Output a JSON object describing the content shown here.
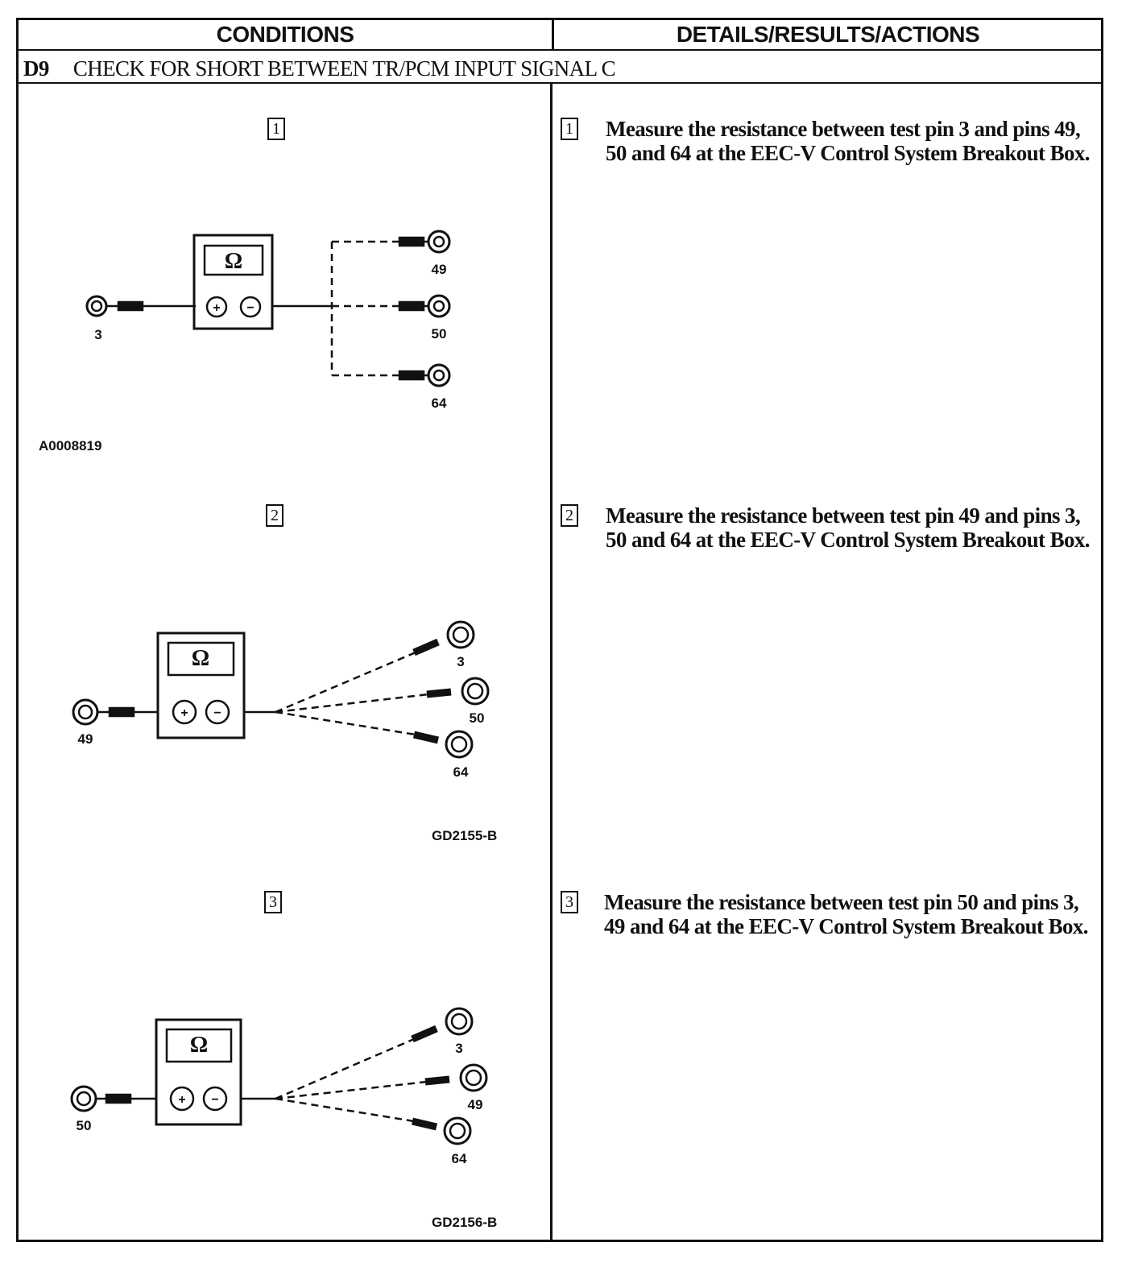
{
  "header": {
    "conditions": "CONDITIONS",
    "details": "DETAILS/RESULTS/ACTIONS"
  },
  "section": {
    "code": "D9",
    "title": "CHECK FOR SHORT BETWEEN TR/PCM INPUT SIGNAL C"
  },
  "steps": [
    {
      "number": "1",
      "text": "Measure the resistance between test pin 3 and pins 49, 50 and 64 at the EEC-V Control System Breakout Box.",
      "figure": {
        "id": "A0008819",
        "meter_symbol": "Ω",
        "plus": "+",
        "minus": "−",
        "source_pin": "3",
        "target_pins": [
          "49",
          "50",
          "64"
        ]
      }
    },
    {
      "number": "2",
      "text": "Measure the resistance between test pin 49 and pins 3, 50 and 64 at the EEC-V Control System Breakout Box.",
      "figure": {
        "id": "GD2155-B",
        "meter_symbol": "Ω",
        "plus": "+",
        "minus": "−",
        "source_pin": "49",
        "target_pins": [
          "3",
          "50",
          "64"
        ]
      }
    },
    {
      "number": "3",
      "text": "Measure the resistance between test pin 50 and pins 3, 49 and 64 at the EEC-V Control System Breakout Box.",
      "figure": {
        "id": "GD2156-B",
        "meter_symbol": "Ω",
        "plus": "+",
        "minus": "−",
        "source_pin": "50",
        "target_pins": [
          "3",
          "49",
          "64"
        ]
      }
    }
  ]
}
